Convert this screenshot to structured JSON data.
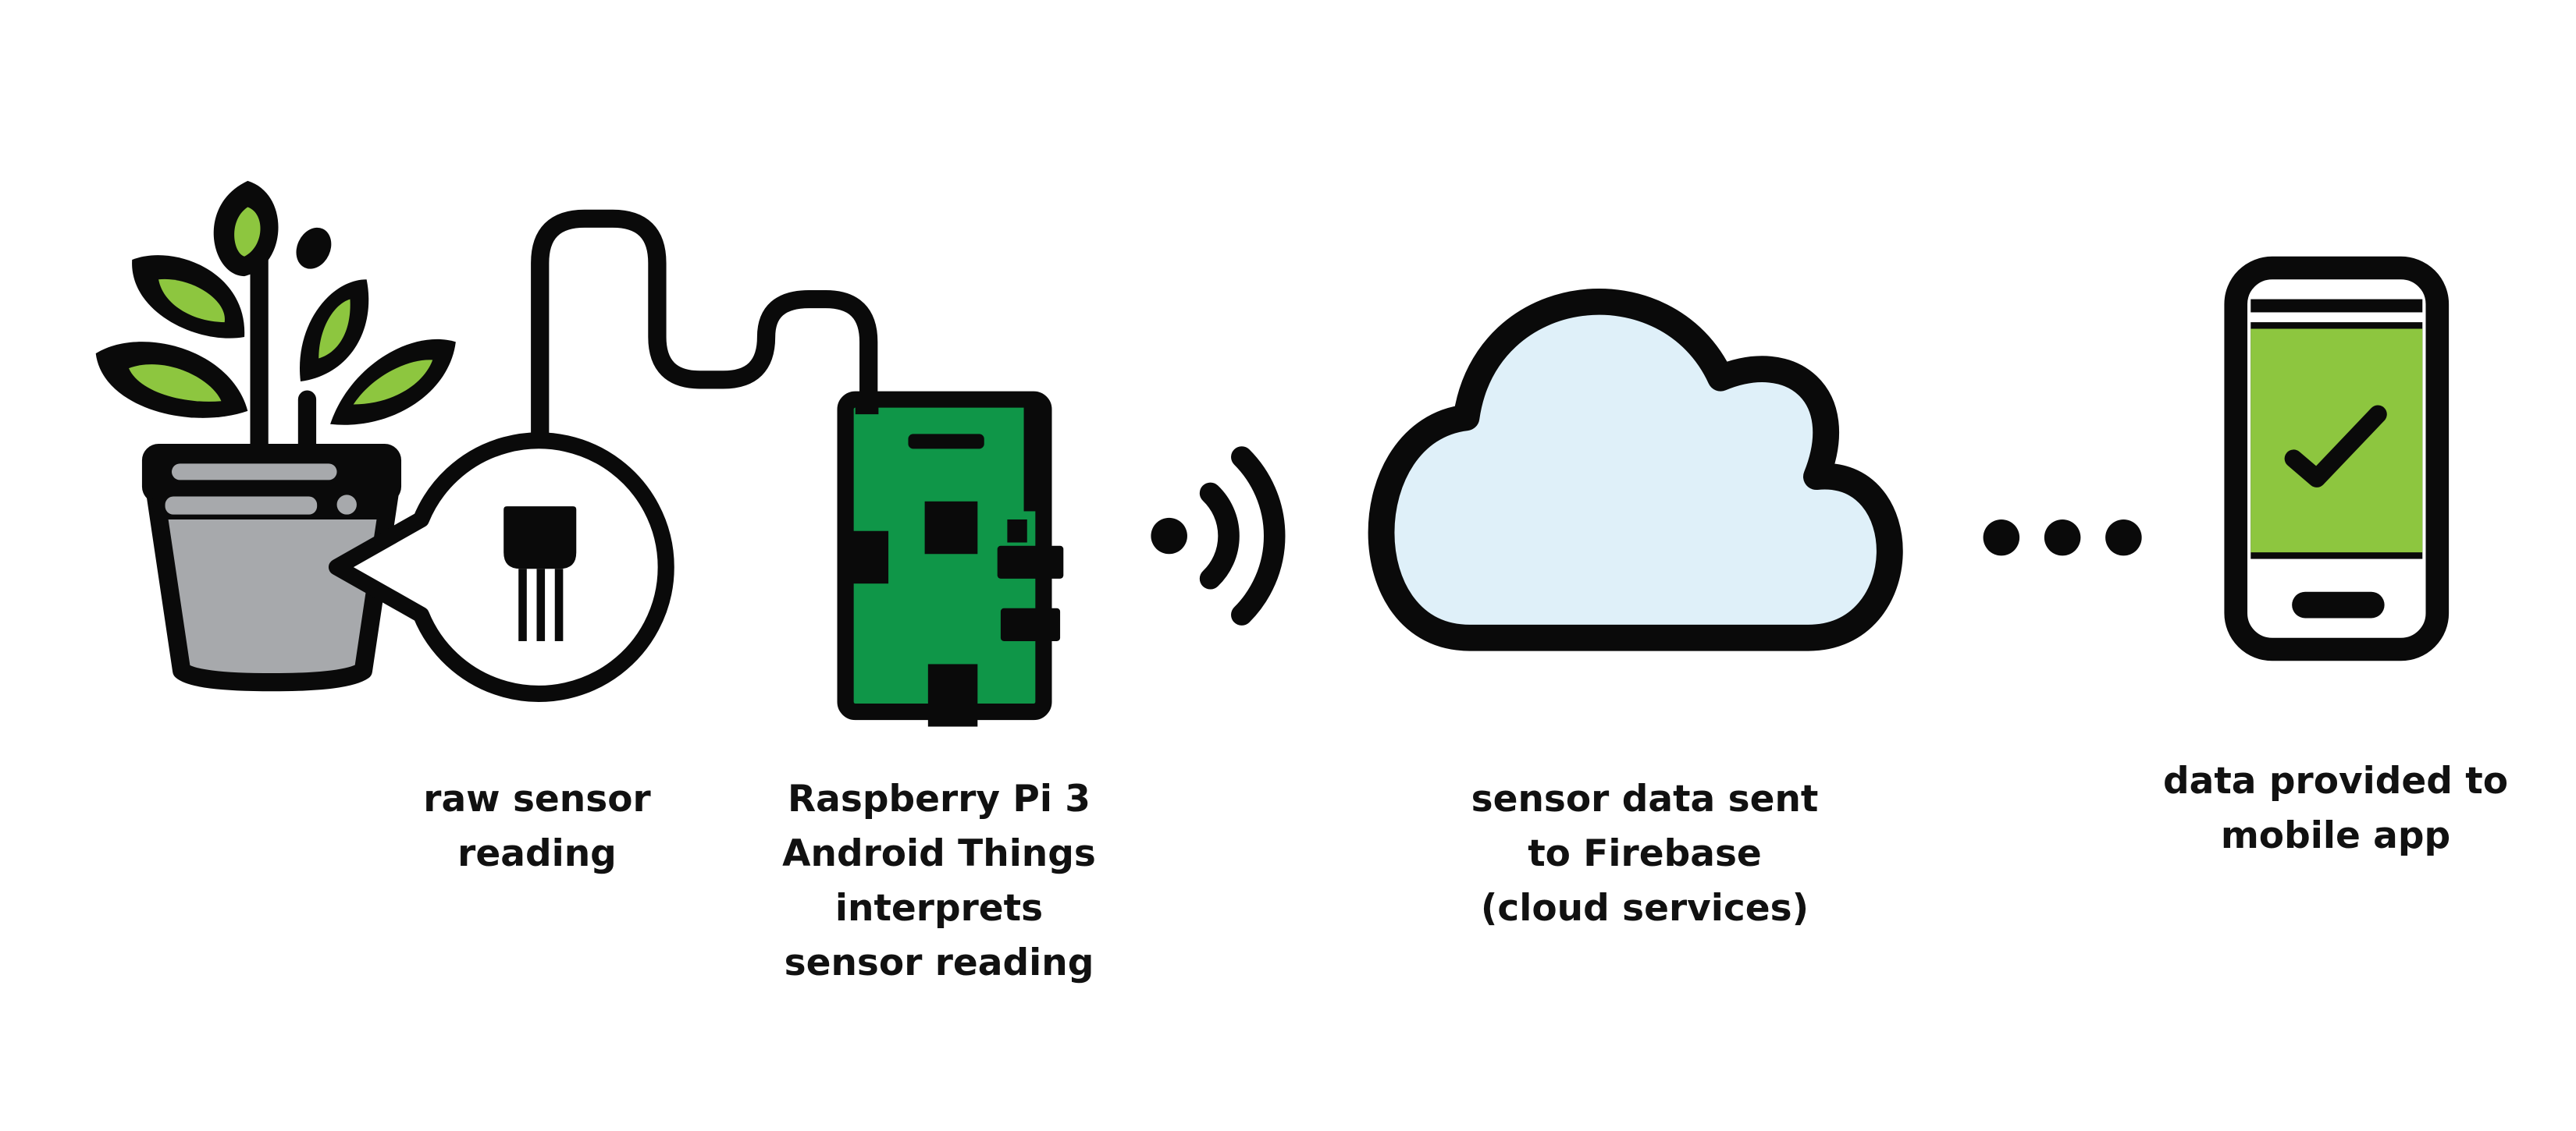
{
  "colors": {
    "outline": "#0a0a0a",
    "leaf_green": "#8dc63f",
    "pot_gray": "#a7a9ac",
    "board_green": "#0f9648",
    "cloud_blue": "#dff0f9",
    "screen_green": "#8dc63f",
    "background": "#ffffff"
  },
  "icons": {
    "plant": "potted-plant-icon",
    "sensor": "sensor-chip-icon",
    "board": "raspberry-pi-board-icon",
    "wireless": "wireless-signal-icon",
    "cloud": "cloud-icon",
    "ellipsis": "ellipsis-dots-icon",
    "phone": "mobile-phone-icon",
    "check": "checkmark-icon"
  },
  "captions": {
    "sensor": [
      "raw sensor",
      "reading"
    ],
    "pi": [
      "Raspberry Pi 3",
      "Android Things",
      "interprets",
      "sensor reading"
    ],
    "cloud": [
      "sensor data sent",
      "to Firebase",
      "(cloud services)"
    ],
    "mobile": [
      "data provided to",
      "mobile app"
    ]
  }
}
